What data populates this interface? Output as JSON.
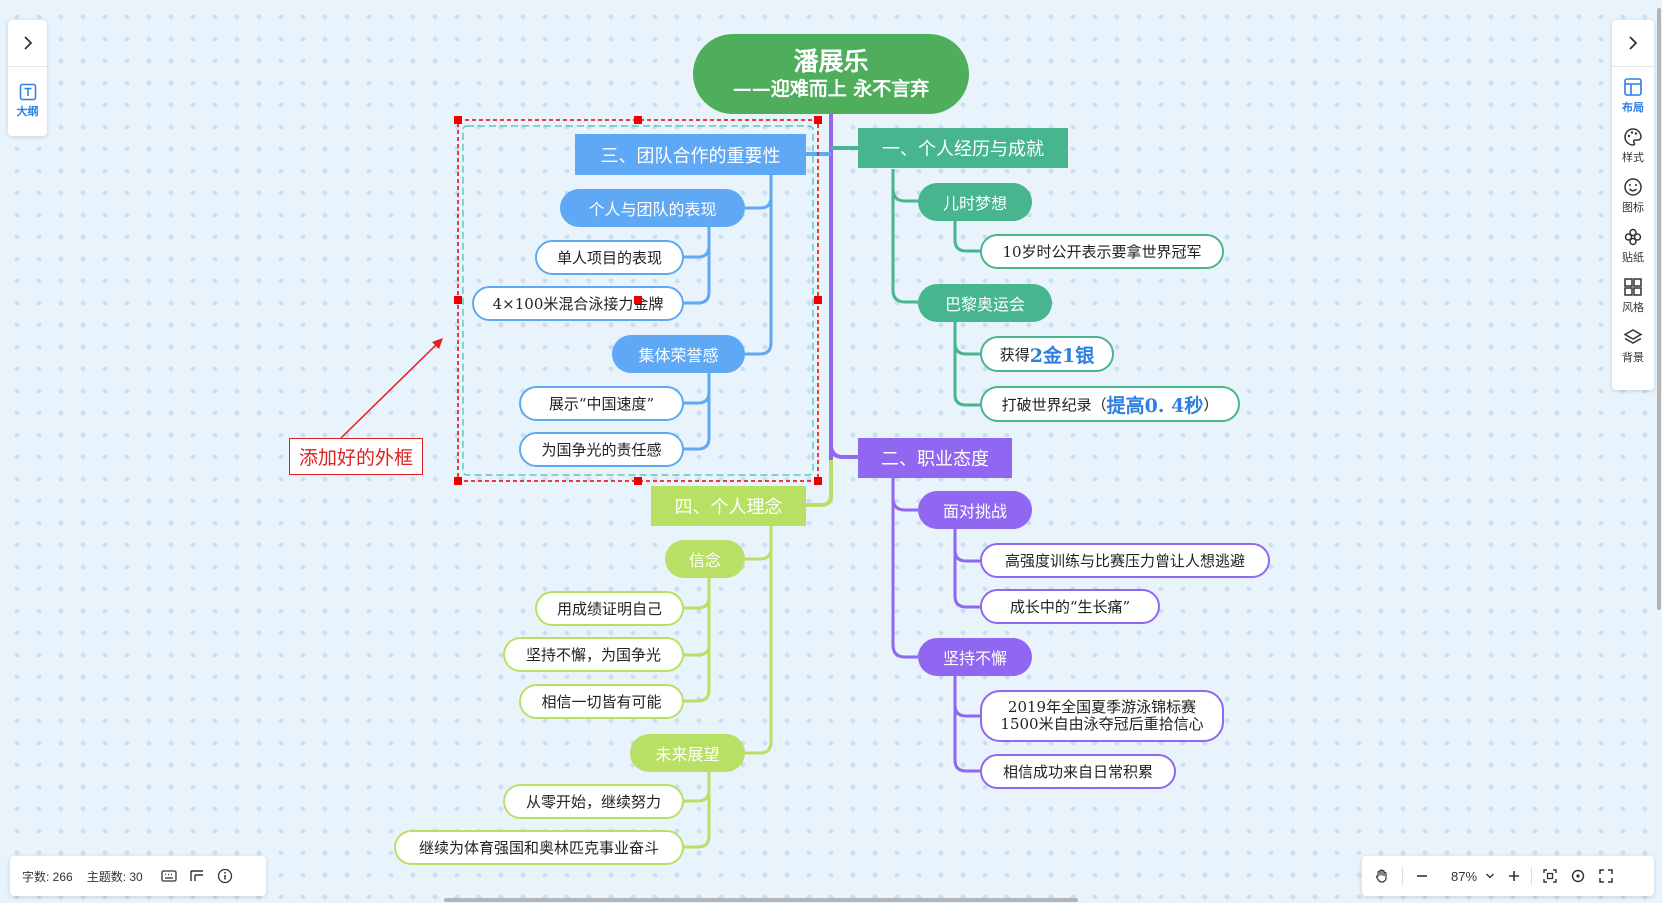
{
  "left_panel": {
    "outline_label": "大纲"
  },
  "right_panel": {
    "tools": [
      {
        "label": "布局",
        "icon": "layout-icon",
        "active": true
      },
      {
        "label": "样式",
        "icon": "palette-icon",
        "active": false
      },
      {
        "label": "图标",
        "icon": "smiley-icon",
        "active": false
      },
      {
        "label": "贴纸",
        "icon": "sticker-icon",
        "active": false
      },
      {
        "label": "风格",
        "icon": "grid-style-icon",
        "active": false
      },
      {
        "label": "背景",
        "icon": "layers-icon",
        "active": false
      }
    ]
  },
  "mindmap": {
    "root": {
      "title": "潘展乐",
      "subtitle": "——迎难而上 永不言弃"
    },
    "branch1": {
      "title": "一、个人经历与成就",
      "sub1": {
        "title": "儿时梦想",
        "leaf1": "10岁时公开表示要拿世界冠军"
      },
      "sub2": {
        "title": "巴黎奥运会",
        "leaf1_prefix": "获得",
        "leaf1_highlight": "2金1银",
        "leaf2_prefix": "打破世界纪录（",
        "leaf2_highlight": "提高0. 4秒",
        "leaf2_suffix": "）"
      }
    },
    "branch2": {
      "title": "二、职业态度",
      "sub1": {
        "title": "面对挑战",
        "leaf1": "高强度训练与比赛压力曾让人想逃避",
        "leaf2": "成长中的“生长痛”"
      },
      "sub2": {
        "title": "坚持不懈",
        "leaf1_line1": "2019年全国夏季游泳锦标赛",
        "leaf1_line2": "1500米自由泳夺冠后重拾信心",
        "leaf2": "相信成功来自日常积累"
      }
    },
    "branch3": {
      "title": "三、团队合作的重要性",
      "sub1": {
        "title": "个人与团队的表现",
        "leaf1": "单人项目的表现",
        "leaf2": "4×100米混合泳接力金牌"
      },
      "sub2": {
        "title": "集体荣誉感",
        "leaf1": "展示“中国速度”",
        "leaf2": "为国争光的责任感"
      }
    },
    "branch4": {
      "title": "四、个人理念",
      "sub1": {
        "title": "信念",
        "leaf1": "用成绩证明自己",
        "leaf2": "坚持不懈，为国争光",
        "leaf3": "相信一切皆有可能"
      },
      "sub2": {
        "title": "未来展望",
        "leaf1": "从零开始，继续努力",
        "leaf2": "继续为体育强国和奥林匹克事业奋斗"
      }
    }
  },
  "annotation": {
    "label": "添加好的外框"
  },
  "status_bar": {
    "word_count": "字数: 266",
    "topic_count": "主题数: 30"
  },
  "zoom_bar": {
    "zoom_level": "87%"
  },
  "colors": {
    "branch1": "#47b58d",
    "branch2": "#8f67f0",
    "branch3": "#5ea8f5",
    "branch4": "#b8e065",
    "root": "#4fae5b",
    "selection": "#e00000",
    "frame": "#5cc9c0"
  }
}
